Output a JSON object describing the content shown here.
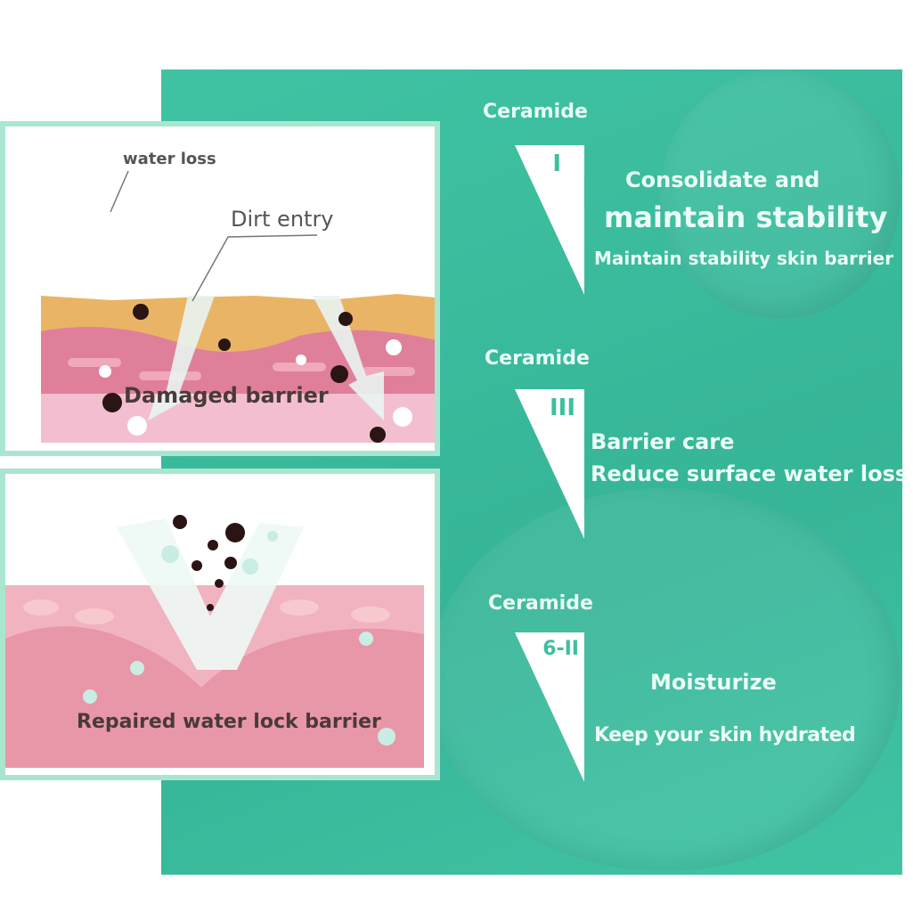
{
  "top_card": {
    "water_loss": "water loss",
    "dirt_entry": "Dirt entry",
    "caption": "Damaged barrier"
  },
  "bottom_card": {
    "caption": "Repaired water lock barrier"
  },
  "items": [
    {
      "heading": "Ceramide",
      "numeral": "I",
      "line1": "Consolidate and",
      "line2": "maintain stability",
      "line3": "Maintain stability skin barrier"
    },
    {
      "heading": "Ceramide",
      "numeral": "III",
      "line1": "Barrier care",
      "line2": "Reduce surface water loss"
    },
    {
      "heading": "Ceramide",
      "numeral": "6-II",
      "line1": "Moisturize",
      "line2": "Keep your skin hydrated"
    }
  ],
  "colors": {
    "teal": "#3dbf9f",
    "mint": "#a9e6cf",
    "skin_pink": "#e58aa3",
    "skin_orange": "#eab466"
  }
}
